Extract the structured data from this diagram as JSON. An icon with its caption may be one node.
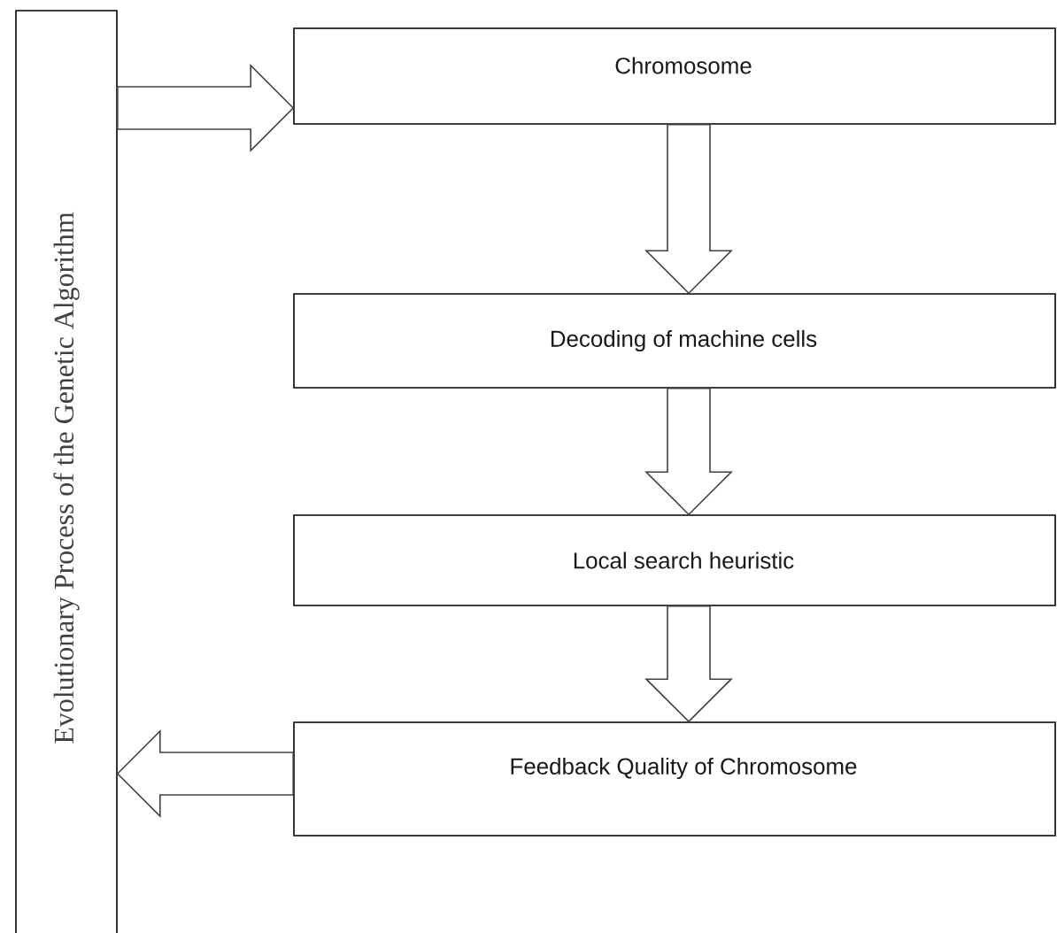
{
  "diagram": {
    "nodes": [
      {
        "text": [
          "Evolutionary Process of the Genetic Algorithm"
        ]
      },
      {
        "text": [
          "Chromosome"
        ]
      },
      {
        "text": [
          "Decoding of machine cells"
        ]
      },
      {
        "text": [
          "Local search heuristic"
        ]
      },
      {
        "text": [
          "Feedback Quality of Chromosome"
        ]
      }
    ],
    "edges": [
      {
        "from": 0,
        "to": 1,
        "arrow": "to"
      },
      {
        "from": 1,
        "to": 2,
        "arrow": "to"
      },
      {
        "from": 2,
        "to": 3,
        "arrow": "to"
      },
      {
        "from": 3,
        "to": 4,
        "arrow": "to"
      },
      {
        "from": 4,
        "to": 0,
        "arrow": "to"
      }
    ]
  }
}
